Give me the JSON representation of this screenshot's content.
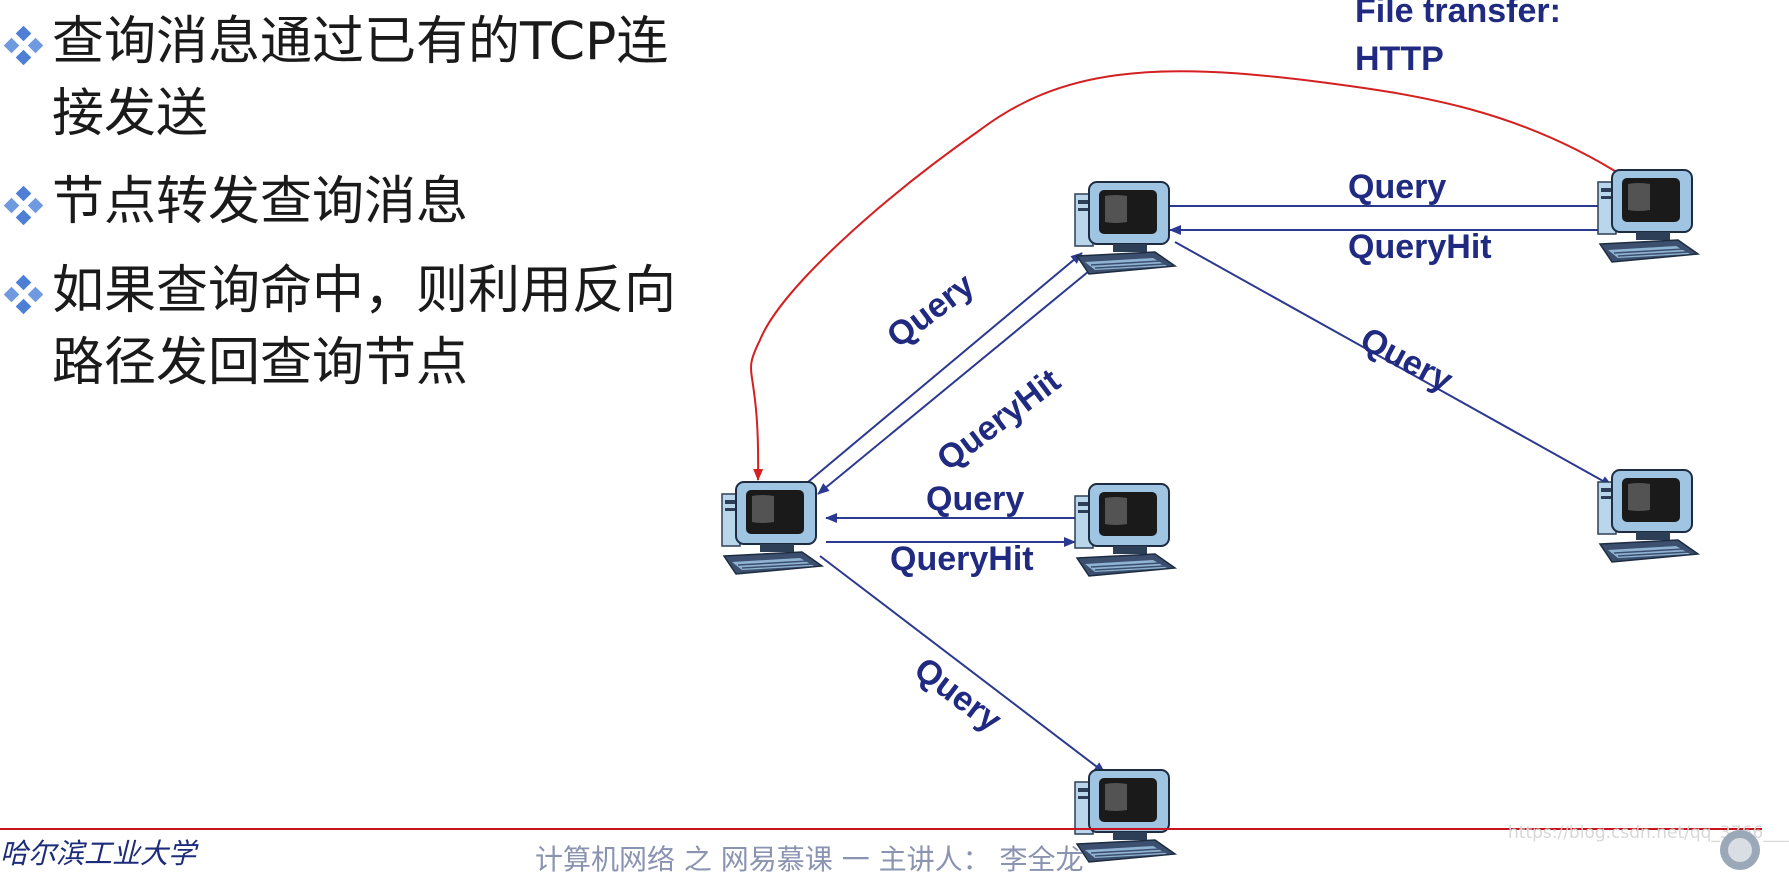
{
  "bullets": [
    {
      "line1": "查询消息通过已有的TCP连",
      "line2": "接发送"
    },
    {
      "line1": "节点转发查询消息",
      "line2": ""
    },
    {
      "line1": "如果查询命中，则利用反向",
      "line2": "路径发回查询节点"
    }
  ],
  "diagram": {
    "file_transfer_line1": "File transfer:",
    "file_transfer_line2": "HTTP",
    "labels": {
      "top_query": "Query",
      "top_queryhit": "QueryHit",
      "diag_query": "Query",
      "diag_queryhit": "QueryHit",
      "right_query": "Query",
      "mid_query": "Query",
      "mid_queryhit": "QueryHit",
      "bottom_query": "Query"
    },
    "colors": {
      "arrow": "#2b3990",
      "file_transfer": "#d42020",
      "label": "#1f2a80"
    }
  },
  "footer": {
    "left": "哈尔滨工业大学",
    "center": "计算机网络 之 网易慕课 一 主讲人：  李全龙",
    "watermark": "https://blog.csdn.net/qq_3766___"
  }
}
